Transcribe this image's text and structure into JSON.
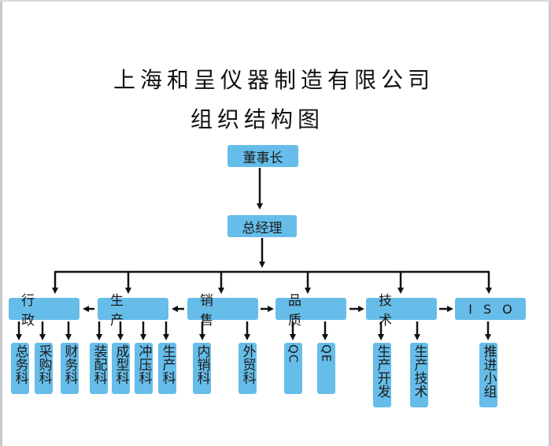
{
  "title": {
    "line1": "上海和呈仪器制造有限公司",
    "line2": "组织结构图"
  },
  "colors": {
    "box_fill": "#67bde9",
    "line": "#111111",
    "text": "#1a1a1a"
  },
  "chairman": {
    "label": "董事长"
  },
  "general_manager": {
    "label": "总经理"
  },
  "departments": [
    {
      "label": "行 政",
      "subunits": [
        "总务科",
        "采购科",
        "财务科"
      ]
    },
    {
      "label": "生 产",
      "subunits": [
        "装配科",
        "成型科",
        "冲压科",
        "生产科"
      ]
    },
    {
      "label": "销 售",
      "subunits": [
        "内销科",
        "外贸科"
      ]
    },
    {
      "label": "品 质",
      "subunits": [
        "QC",
        "QE"
      ]
    },
    {
      "label": "技 术",
      "subunits": [
        "生产开发",
        "生产技术"
      ]
    },
    {
      "label": "ISO",
      "subunits": [
        "推进小组"
      ]
    }
  ]
}
